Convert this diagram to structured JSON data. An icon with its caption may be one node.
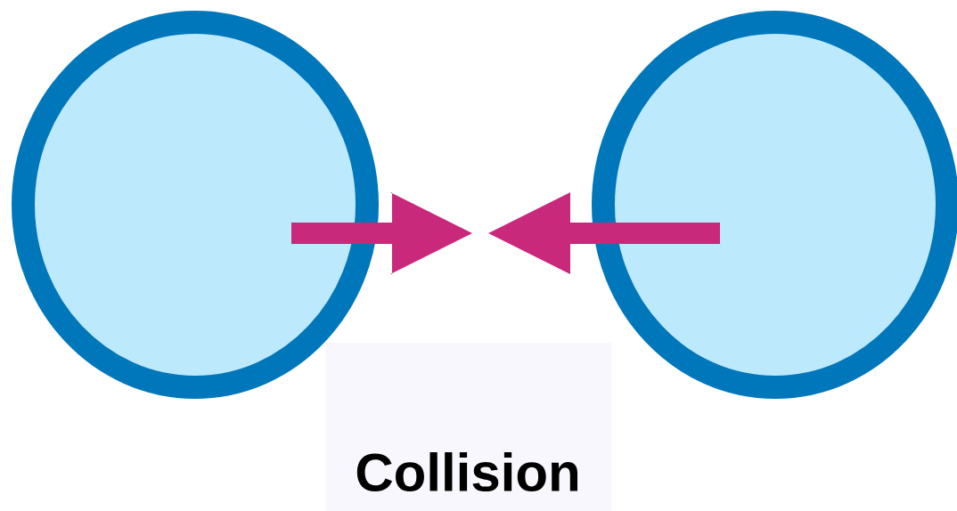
{
  "diagram": {
    "nodes": [
      {
        "text": [],
        "shape": "circle"
      },
      {
        "text": [],
        "shape": "circle"
      }
    ],
    "labels": [
      "Collision"
    ]
  }
}
